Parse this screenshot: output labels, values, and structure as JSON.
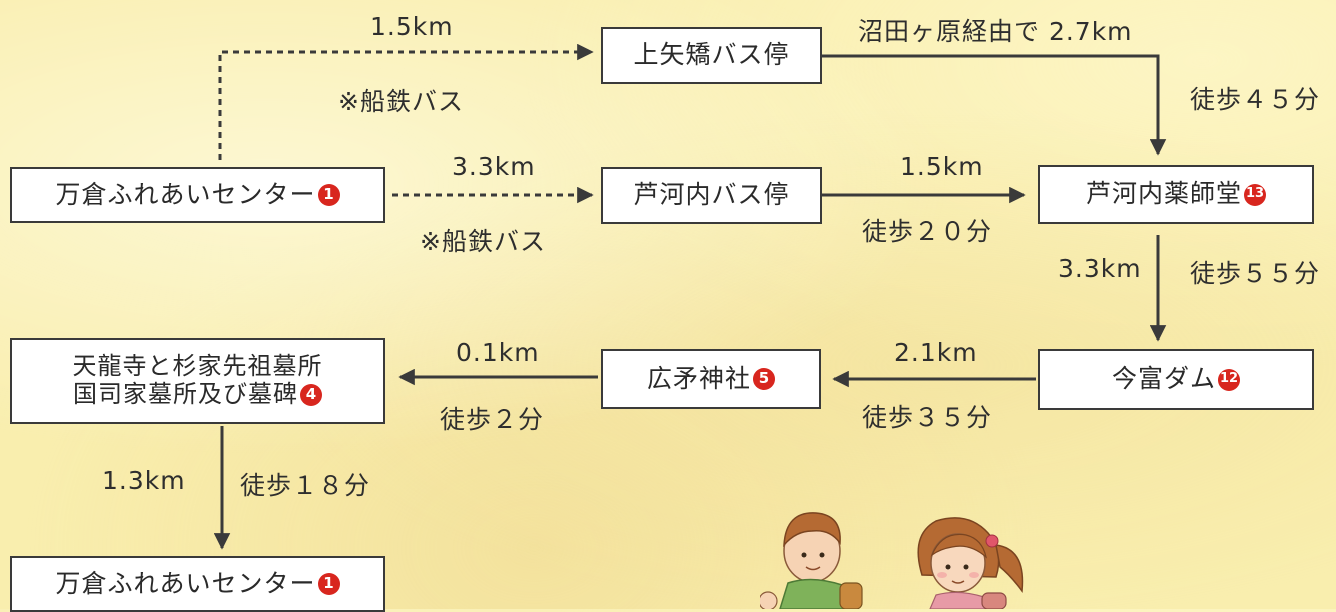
{
  "colors": {
    "marker": "#d8261e",
    "line": "#3a3a3a",
    "box_border": "#3a3a3a",
    "background": "#f9eeae"
  },
  "nodes": {
    "start": {
      "label": "万倉ふれあいセンター",
      "num": "1"
    },
    "kamiyabashi": {
      "label": "上矢矯バス停"
    },
    "ashikouchi_bus": {
      "label": "芦河内バス停"
    },
    "yakushido": {
      "label": "芦河内薬師堂",
      "num": "13"
    },
    "imatomi_dam": {
      "label": "今富ダム",
      "num": "12"
    },
    "hirohoko": {
      "label": "広矛神社",
      "num": "5"
    },
    "tenryuji": {
      "line1": "天龍寺と杉家先祖墓所",
      "line2": "国司家墓所及び墓碑",
      "num": "4"
    },
    "end": {
      "label": "万倉ふれあいセンター",
      "num": "1"
    }
  },
  "edges": {
    "start_to_kamiyabashi": {
      "distance": "1.5km",
      "note": "※船鉄バス"
    },
    "start_to_ashikouchi": {
      "distance": "3.3km",
      "note": "※船鉄バス"
    },
    "kamiyabashi_to_yakushido": {
      "distance": "沼田ヶ原経由で 2.7km",
      "walk": "徒歩４５分"
    },
    "ashikouchi_to_yakushido": {
      "distance": "1.5km",
      "walk": "徒歩２０分"
    },
    "yakushido_to_dam": {
      "distance": "3.3km",
      "walk": "徒歩５５分"
    },
    "dam_to_hirohoko": {
      "distance": "2.1km",
      "walk": "徒歩３５分"
    },
    "hirohoko_to_tenryuji": {
      "distance": "0.1km",
      "walk": "徒歩２分"
    },
    "tenryuji_to_end": {
      "distance": "1.3km",
      "walk": "徒歩１８分"
    }
  }
}
